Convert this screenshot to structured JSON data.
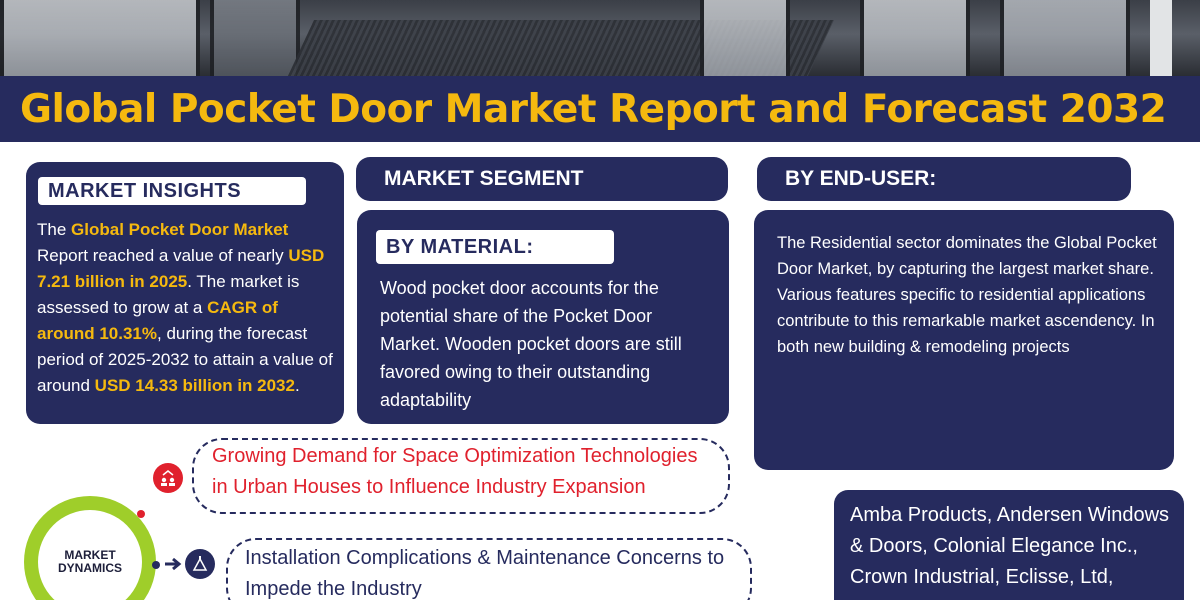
{
  "title": "Global Pocket Door Market Report and Forecast 2032",
  "market_insights": {
    "label": "MARKET INSIGHTS",
    "t1": "The ",
    "h1": "Global Pocket Door Market",
    "t2": " Report reached a value of nearly ",
    "h2": "USD 7.21 billion in 2025",
    "t3": ". The market is assessed to grow at a ",
    "h3": "CAGR of around 10.31%",
    "t4": ", during the forecast period of 2025-2032 to attain a value of around ",
    "h4": "USD 14.33 billion in 2032",
    "t5": "."
  },
  "market_segment": {
    "label": "MARKET SEGMENT",
    "sub_label": "BY MATERIAL:",
    "text": "Wood pocket door accounts for the potential share of the Pocket Door Market. Wooden pocket doors are still favored owing to their outstanding adaptability"
  },
  "end_user": {
    "label": "BY END-USER:",
    "text": "The Residential sector dominates the Global Pocket Door Market, by capturing the largest market share. Various features specific to residential applications contribute to this remarkable market ascendency. In both new building & remodeling projects"
  },
  "dynamics": {
    "label_line1": "MARKET",
    "label_line2": "DYNAMICS",
    "driver": "Growing Demand for Space Optimization Technologies in Urban Houses to Influence Industry Expansion",
    "restraint": "Installation Complications & Maintenance Concerns to Impede the Industry"
  },
  "key_players": {
    "text": "Amba Products, Andersen Windows & Doors, Colonial Elegance Inc., Crown Industrial, Eclisse, Ltd,"
  },
  "colors": {
    "navy": "#262b5e",
    "gold": "#f5b90f",
    "green": "#9fce2a",
    "red": "#e0212d"
  }
}
